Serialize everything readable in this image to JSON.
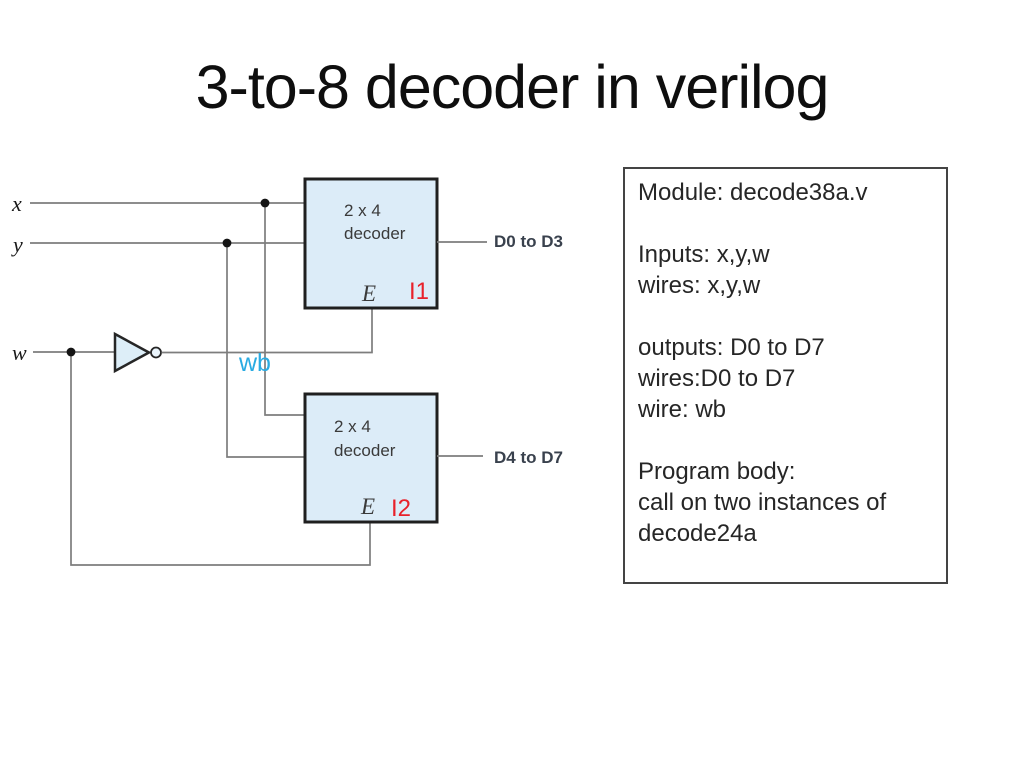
{
  "title": "3-to-8 decoder in verilog",
  "circuit": {
    "input_labels": {
      "x": "x",
      "y": "y",
      "w": "w"
    },
    "inverter_output_label": "wb",
    "decoders": [
      {
        "size_label": "2 x 4",
        "type_label": "decoder",
        "enable_label": "E",
        "instance_label": "I1",
        "output_label": "D0 to D3"
      },
      {
        "size_label": "2 x 4",
        "type_label": "decoder",
        "enable_label": "E",
        "instance_label": "I2",
        "output_label": "D4 to D7"
      }
    ],
    "colors": {
      "wire": "#7d7d7d",
      "block_fill": "#dcecf8",
      "block_border": "#1f1f1f",
      "instance_label": "#e8212b",
      "inverter_output_label": "#29abe2",
      "output_label": "#39414d"
    }
  },
  "notes_box": {
    "lines": [
      "Module: decode38a.v",
      "",
      "Inputs: x,y,w",
      "wires: x,y,w",
      "",
      "outputs: D0 to D7",
      "wires:D0 to D7",
      "wire: wb",
      "",
      "Program body:",
      "call on two instances of",
      "decode24a"
    ]
  }
}
